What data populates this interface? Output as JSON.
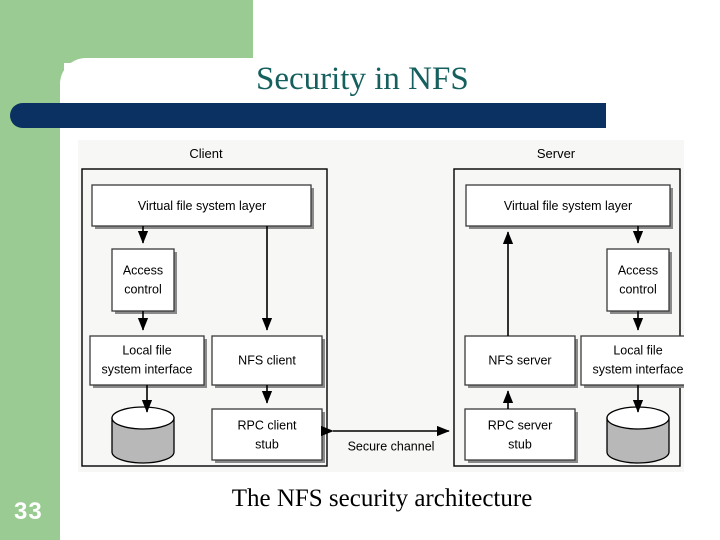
{
  "slide": {
    "title": "Security in NFS",
    "number": "33",
    "caption": "The NFS security architecture",
    "accent_green": "#9ACB92",
    "accent_navy": "#0B3163",
    "title_color": "#15605E"
  },
  "diagram": {
    "type": "block-architecture",
    "client": {
      "heading": "Client",
      "boxes": {
        "vfs": "Virtual file system layer",
        "access_control": "Access\ncontrol",
        "access_control_line1": "Access",
        "access_control_line2": "control",
        "local_fs_line1": "Local file",
        "local_fs_line2": "system interface",
        "nfs_client": "NFS client",
        "rpc_stub_line1": "RPC client",
        "rpc_stub_line2": "stub"
      },
      "storage_icon": "database-cylinder"
    },
    "server": {
      "heading": "Server",
      "boxes": {
        "vfs": "Virtual file system layer",
        "access_control_line1": "Access",
        "access_control_line2": "control",
        "local_fs_line1": "Local file",
        "local_fs_line2": "system interface",
        "nfs_server": "NFS server",
        "rpc_stub_line1": "RPC server",
        "rpc_stub_line2": "stub"
      },
      "storage_icon": "database-cylinder"
    },
    "channel": {
      "label": "Secure channel",
      "direction": "bidirectional"
    }
  }
}
